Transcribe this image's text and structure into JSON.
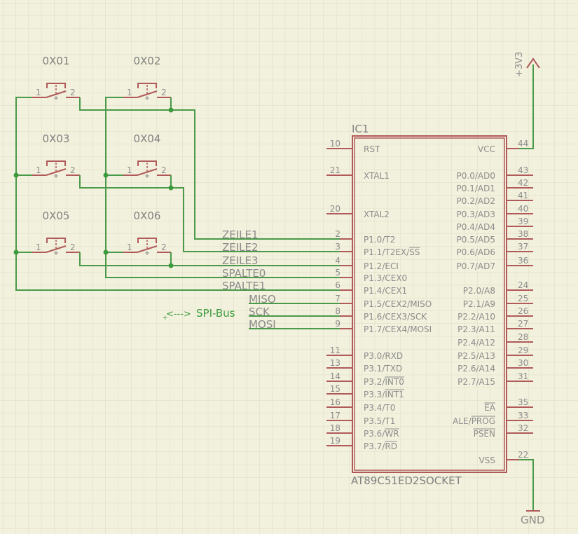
{
  "ic": {
    "name": "IC1",
    "value": "AT89C51ED2SOCKET",
    "left_pins": [
      {
        "num": "10",
        "label": "RST"
      },
      {
        "num": "21",
        "label": "XTAL1"
      },
      {
        "num": "20",
        "label": "XTAL2"
      },
      {
        "num": "2",
        "label": "P1.0/T2"
      },
      {
        "num": "3",
        "label": "P1.1/T2EX/SS",
        "over": "SS"
      },
      {
        "num": "4",
        "label": "P1.2/ECI"
      },
      {
        "num": "5",
        "label": "P1.3/CEX0"
      },
      {
        "num": "6",
        "label": "P1.4/CEX1"
      },
      {
        "num": "7",
        "label": "P1.5/CEX2/MISO"
      },
      {
        "num": "8",
        "label": "P1.6/CEX3/SCK"
      },
      {
        "num": "9",
        "label": "P1.7/CEX4/MOSI"
      },
      {
        "num": "11",
        "label": "P3.0/RXD"
      },
      {
        "num": "13",
        "label": "P3.1/TXD"
      },
      {
        "num": "14",
        "label": "P3.2/INT0",
        "over": "INT0"
      },
      {
        "num": "15",
        "label": "P3.3/INT1",
        "over": "INT1"
      },
      {
        "num": "16",
        "label": "P3.4/T0"
      },
      {
        "num": "17",
        "label": "P3.5/T1"
      },
      {
        "num": "18",
        "label": "P3.6/WR",
        "over": "WR"
      },
      {
        "num": "19",
        "label": "P3.7/RD",
        "over": "RD"
      }
    ],
    "right_pins": [
      {
        "num": "44",
        "label": "VCC"
      },
      {
        "num": "43",
        "label": "P0.0/AD0"
      },
      {
        "num": "42",
        "label": "P0.1/AD1"
      },
      {
        "num": "41",
        "label": "P0.2/AD2"
      },
      {
        "num": "40",
        "label": "P0.3/AD3"
      },
      {
        "num": "39",
        "label": "P0.4/AD4"
      },
      {
        "num": "38",
        "label": "P0.5/AD5"
      },
      {
        "num": "37",
        "label": "P0.6/AD6"
      },
      {
        "num": "36",
        "label": "P0.7/AD7"
      },
      {
        "num": "24",
        "label": "P2.0/A8"
      },
      {
        "num": "25",
        "label": "P2.1/A9"
      },
      {
        "num": "26",
        "label": "P2.2/A10"
      },
      {
        "num": "27",
        "label": "P2.3/A11"
      },
      {
        "num": "28",
        "label": "P2.4/A12"
      },
      {
        "num": "29",
        "label": "P2.5/A13"
      },
      {
        "num": "30",
        "label": "P2.6/A14"
      },
      {
        "num": "31",
        "label": "P2.7/A15"
      },
      {
        "num": "35",
        "label": "EA",
        "over": "EA"
      },
      {
        "num": "33",
        "label": "ALE/PROG",
        "over": "PROG"
      },
      {
        "num": "32",
        "label": "PSEN",
        "over": "PSEN"
      },
      {
        "num": "22",
        "label": "VSS"
      }
    ]
  },
  "switches": [
    {
      "name": "0X01",
      "pin1": "1",
      "pin2": "2"
    },
    {
      "name": "0X02",
      "pin1": "1",
      "pin2": "2"
    },
    {
      "name": "0X03",
      "pin1": "1",
      "pin2": "2"
    },
    {
      "name": "0X04",
      "pin1": "1",
      "pin2": "2"
    },
    {
      "name": "0X05",
      "pin1": "1",
      "pin2": "2"
    },
    {
      "name": "0X06",
      "pin1": "1",
      "pin2": "2"
    }
  ],
  "nets": {
    "zeile1": "ZEILE1",
    "zeile2": "ZEILE2",
    "zeile3": "ZEILE3",
    "spalte0": "SPALTE0",
    "spalte1": "SPALTE1",
    "miso": "MISO",
    "sck": "SCK",
    "mosi": "MOSI"
  },
  "annotations": {
    "spi_arrow": "<--->",
    "spi_bus": "SPI-Bus"
  },
  "supply": {
    "vcc": "+3V3",
    "gnd": "GND"
  },
  "colors": {
    "background": "#f2f1dd",
    "grid": "#dcdcc3",
    "wire": "#4a9a4a",
    "symbol": "#b05a5a",
    "text": "#8c8c8c"
  }
}
